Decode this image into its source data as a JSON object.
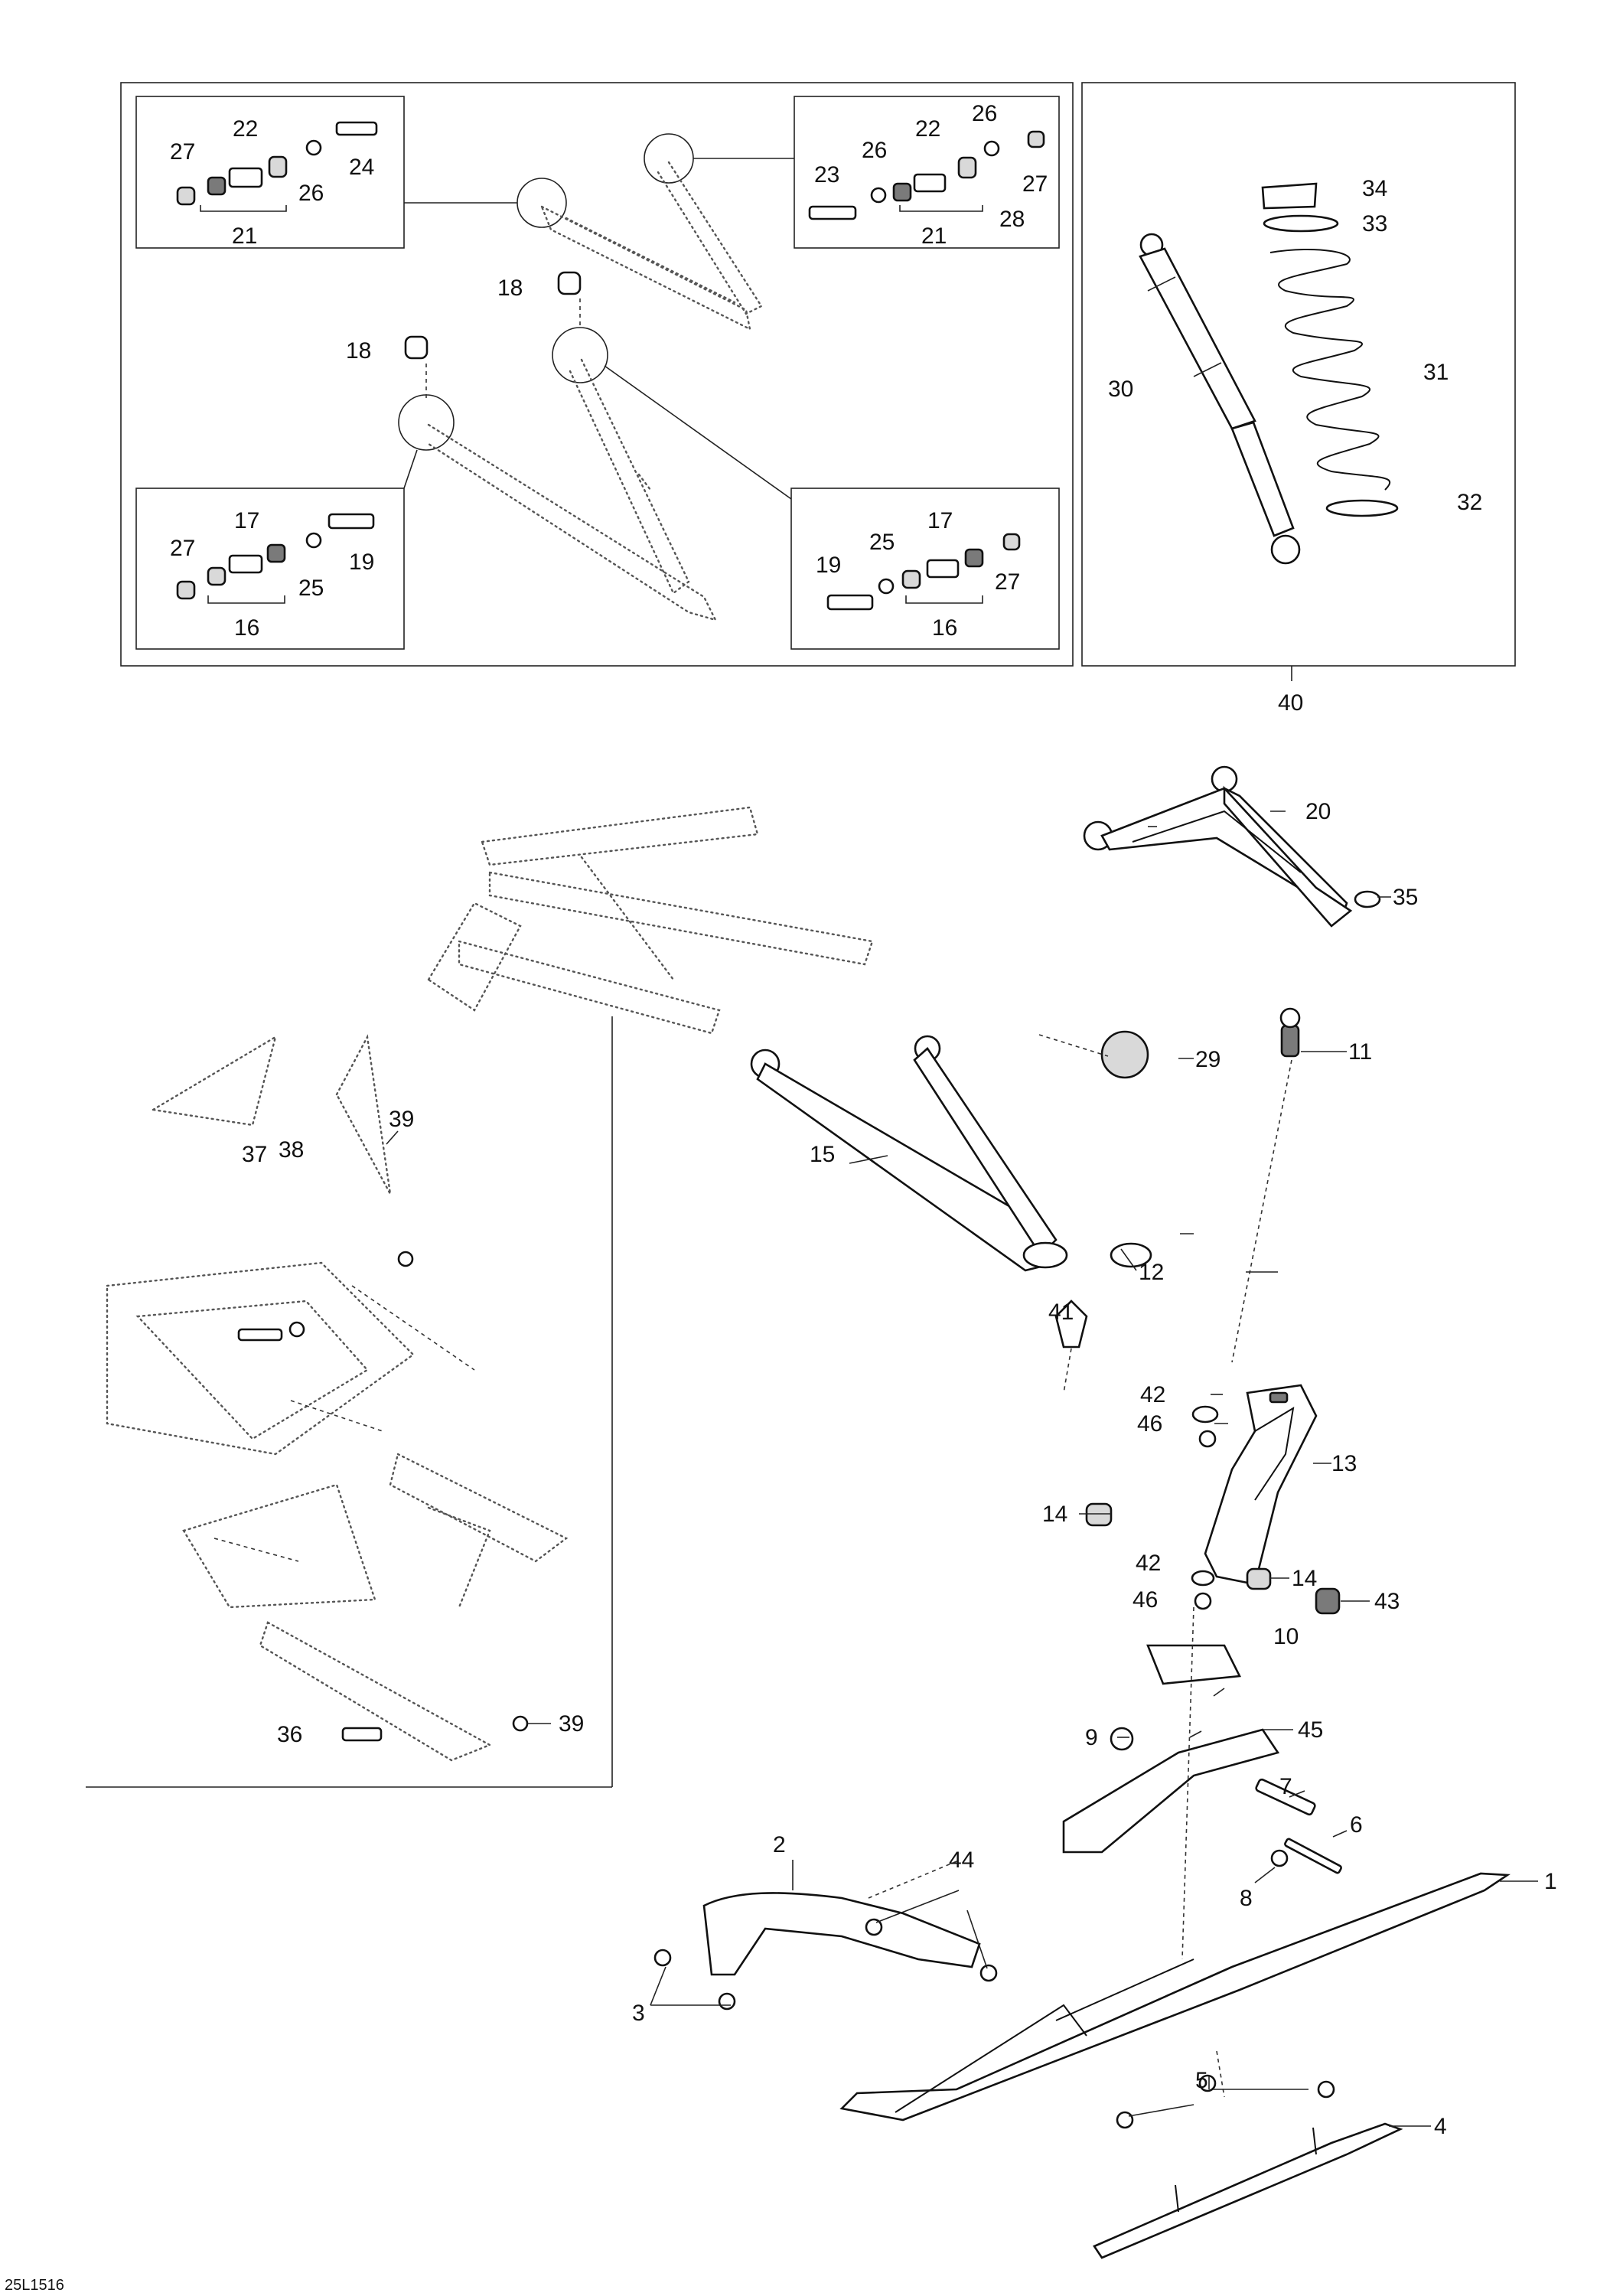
{
  "drawing_code": "25L1516",
  "callouts": {
    "c1": "1",
    "c2": "2",
    "c3": "3",
    "c4": "4",
    "c5": "5",
    "c6": "6",
    "c7": "7",
    "c8": "8",
    "c9": "9",
    "c10": "10",
    "c11": "11",
    "c12": "12",
    "c13": "13",
    "c14a": "14",
    "c14b": "14",
    "c15": "15",
    "c16a": "16",
    "c16b": "16",
    "c17a": "17",
    "c17b": "17",
    "c18a": "18",
    "c18b": "18",
    "c19a": "19",
    "c19b": "19",
    "c20": "20",
    "c21a": "21",
    "c21b": "21",
    "c22a": "22",
    "c22b": "22",
    "c23": "23",
    "c24": "24",
    "c25a": "25",
    "c25b": "25",
    "c26a": "26",
    "c26b": "26",
    "c26c": "26",
    "c27a": "27",
    "c27b": "27",
    "c27c": "27",
    "c27d": "27",
    "c28": "28",
    "c29": "29",
    "c30": "30",
    "c31": "31",
    "c32": "32",
    "c33": "33",
    "c34": "34",
    "c35": "35",
    "c36": "36",
    "c37": "37",
    "c38": "38",
    "c39a": "39",
    "c39b": "39",
    "c40": "40",
    "c41": "41",
    "c42a": "42",
    "c42b": "42",
    "c43": "43",
    "c44": "44",
    "c45": "45",
    "c46a": "46",
    "c46b": "46"
  }
}
